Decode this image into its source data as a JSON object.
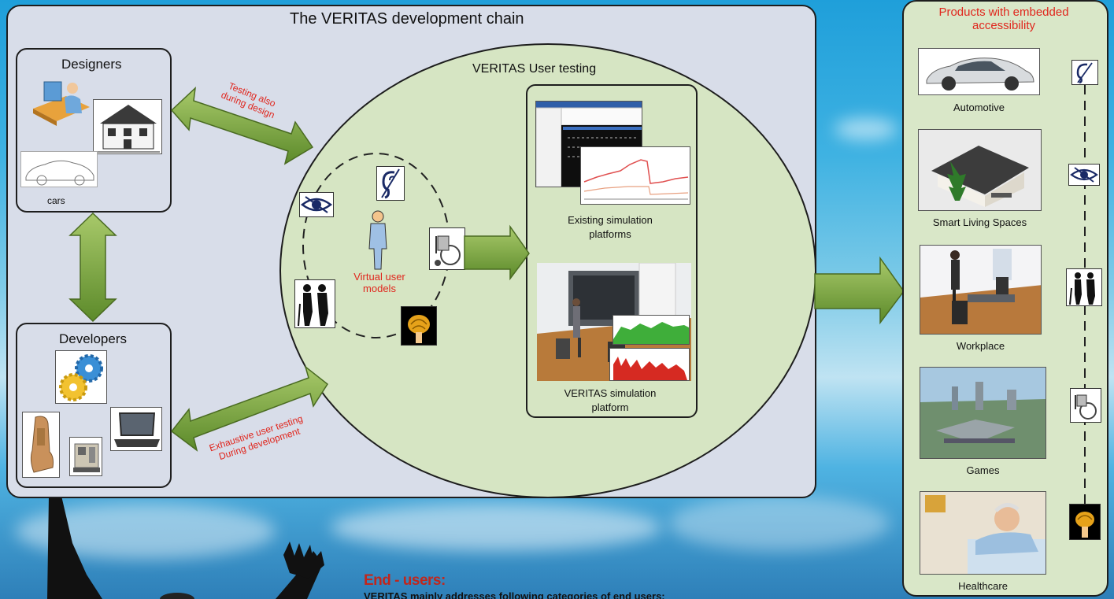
{
  "main_title": "The VERITAS development chain",
  "designers": {
    "title": "Designers",
    "cars_label": "cars"
  },
  "developers": {
    "title": "Developers"
  },
  "arrow_labels": {
    "testing_design": [
      "Testing also",
      "during design"
    ],
    "exhaustive": [
      "Exhaustive user testing",
      "During development"
    ]
  },
  "user_testing": {
    "title": "VERITAS User testing",
    "virtual_models": [
      "Virtual user",
      "models"
    ],
    "existing_platforms": [
      "Existing simulation",
      "platforms"
    ],
    "veritas_platform": [
      "VERITAS simulation",
      "platform"
    ]
  },
  "products": {
    "title": [
      "Products with embedded",
      "accessibility"
    ],
    "items": [
      "Automotive",
      "Smart Living Spaces",
      "Workplace",
      "Games",
      "Healthcare"
    ]
  },
  "end_users": {
    "heading": "End - users:",
    "subtext": "VERITAS mainly addresses following categories of end users:"
  },
  "icons": {
    "ear": "ear-icon",
    "eye": "eye-icon",
    "wheelchair": "wheelchair-icon",
    "elderly": "elderly-couple-icon",
    "brain": "brain-icon",
    "person": "person-icon"
  },
  "colors": {
    "main_panel": "#d8dde9",
    "green_panel": "#d6e5c3",
    "arrow_green": "#7da542",
    "red_label": "#e0261d",
    "end_users_red": "#c0271d"
  }
}
